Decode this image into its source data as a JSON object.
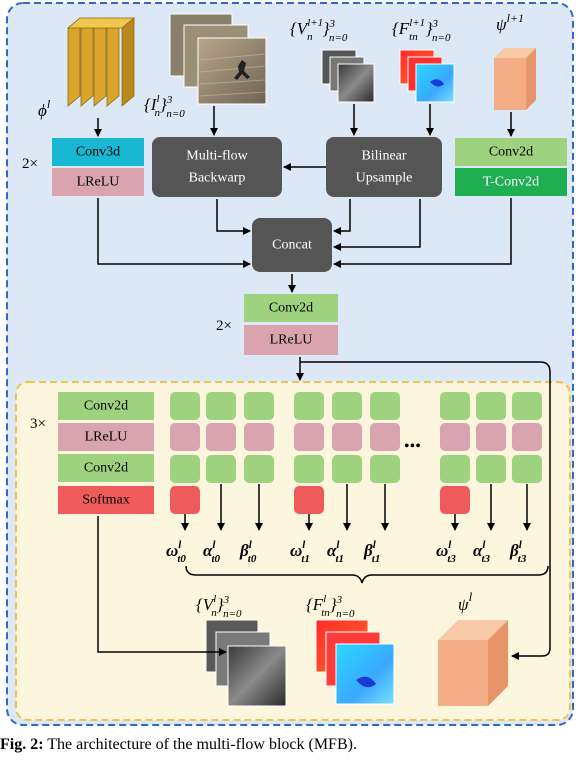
{
  "colors": {
    "outer_bg": "#dde8f6",
    "outer_border": "#2f6bbf",
    "inner_bg": "#fdf6df",
    "inner_border": "#f0c250",
    "conv3d": "#19b8d2",
    "lrelu": "#d9a4ad",
    "conv2d": "#9ed27e",
    "tconv": "#1fae52",
    "softmax": "#ef5b5b",
    "dark_block": "#555555",
    "gold_volume": "#d9a52a",
    "peach_volume": "#f4ad84"
  },
  "inputs": {
    "phi_label": "ϕ",
    "phi_sup": "l",
    "frames_label": "{I",
    "frames_sup": "l",
    "frames_sub": "n",
    "frames_close": "}",
    "frames_sup2": "3",
    "frames_sub2": "n=0",
    "vis_label": "{V",
    "vis_sup": "l+1",
    "vis_sub": "n",
    "vis_close": "}",
    "vis_sup2": "3",
    "vis_sub2": "n=0",
    "flow_label": "{F",
    "flow_sup": "l+1",
    "flow_sub": "tn",
    "flow_close": "}",
    "flow_sup2": "3",
    "flow_sub2": "n=0",
    "psi_label": "ψ",
    "psi_sup": "l+1"
  },
  "blocks": {
    "conv3d": "Conv3d",
    "lrelu": "LReLU",
    "multi_flow_1": "Multi-flow",
    "multi_flow_2": "Backwarp",
    "bilinear_1": "Bilinear",
    "bilinear_2": "Upsample",
    "conv2d": "Conv2d",
    "tconv2d": "T-Conv2d",
    "concat": "Concat",
    "softmax": "Softmax",
    "repeat_2x_a": "2×",
    "repeat_2x_b": "2×",
    "repeat_3x": "3×",
    "ellipsis": "•••"
  },
  "outputs": {
    "groups": [
      {
        "w": "ω",
        "a": "α",
        "b": "β",
        "sup": "l",
        "sub": "t0"
      },
      {
        "w": "ω",
        "a": "α",
        "b": "β",
        "sup": "l",
        "sub": "t1"
      },
      {
        "w": "ω",
        "a": "α",
        "b": "β",
        "sup": "l",
        "sub": "t3"
      }
    ],
    "vis_label": "{V",
    "vis_sup": "l",
    "vis_sub": "n",
    "vis_close": "}",
    "vis_sup2": "3",
    "vis_sub2": "n=0",
    "flow_label": "{F",
    "flow_sup": "l",
    "flow_sub": "tn",
    "flow_close": "}",
    "flow_sup2": "3",
    "flow_sub2": "n=0",
    "psi_label": "ψ",
    "psi_sup": "l"
  },
  "caption": {
    "prefix": "Fig. 2:",
    "text": "  The architecture of the multi-flow block (MFB)."
  }
}
